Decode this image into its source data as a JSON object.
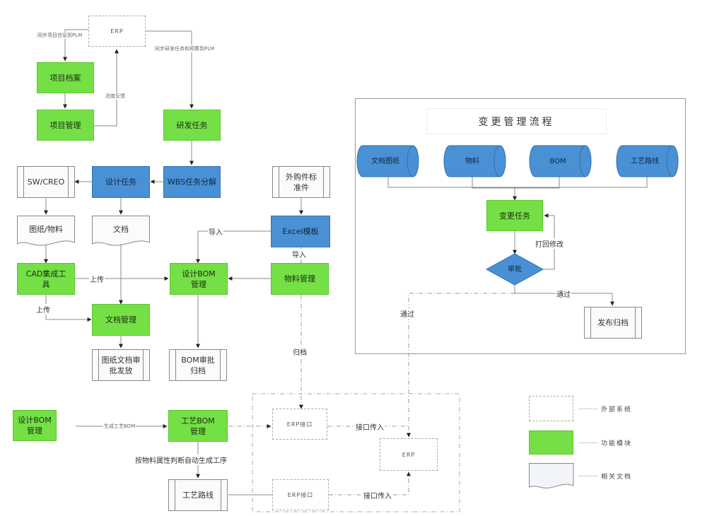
{
  "colors": {
    "module_green": "#74e045",
    "task_blue": "#4a90d4",
    "external_dashed": "#aaaaaa",
    "line": "#888888"
  },
  "nodes": {
    "erp_top": "ERP",
    "project_archive": "项目档案",
    "project_mgmt": "项目管理",
    "rd_task": "研发任务",
    "wbs": "WBS任务分解",
    "design_task": "设计任务",
    "sw_creo": "SW/CREO",
    "drawing_material": "图纸/物料",
    "document": "文档",
    "outsourced_std": "外购件标准件",
    "excel_template": "Excel模板",
    "cad_tool": "CAD集成工具",
    "design_bom": "设计BOM管理",
    "material_mgmt": "物料管理",
    "doc_mgmt": "文档管理",
    "drawing_approval": "图纸文档审批发放",
    "bom_approval": "BOM审批归档",
    "design_bom_2": "设计BOM管理",
    "process_bom": "工艺BOM管理",
    "process_route": "工艺路线",
    "erp_interface_1": "ERP接口",
    "erp_center": "ERP",
    "erp_interface_2": "ERP接口"
  },
  "edge_labels": {
    "sync_project": "同步项目信息到PLM",
    "sync_rd": "同步研发任务和预算到PLM",
    "progress_feedback": "进度反馈",
    "import_1": "导入",
    "import_2": "导入",
    "upload_1": "上传",
    "upload_2": "上传",
    "archive": "归档",
    "generate_process_bom": "生成工艺BOM",
    "auto_generate": "按物料属性判断自动生成工序",
    "interface_in_1": "接口传入",
    "interface_in_2": "接口传入",
    "pass_1": "通过",
    "pass_2": "通过",
    "reject": "打回修改"
  },
  "change_panel": {
    "title": "变更管理流程",
    "sources": [
      "文档图纸",
      "物料",
      "BOM",
      "工艺路线"
    ],
    "change_task": "变更任务",
    "review": "审批",
    "release": "发布归档"
  },
  "legend": [
    {
      "shape": "dashed-box",
      "label": "外部系统"
    },
    {
      "shape": "green-box",
      "label": "功能模块"
    },
    {
      "shape": "document",
      "label": "相关文档"
    }
  ]
}
